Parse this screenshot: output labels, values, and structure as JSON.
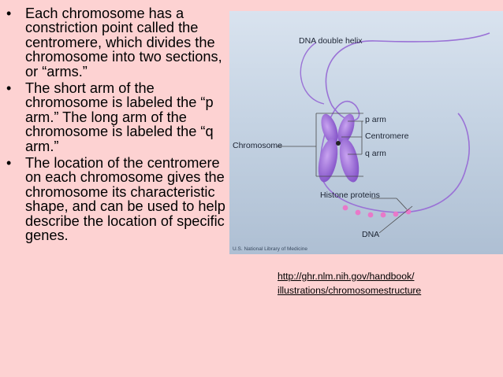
{
  "bullets": [
    "Each chromosome has a constriction point called the centromere, which divides the chromosome into two sections, or “arms.”",
    "The short arm of the chromosome is labeled the “p arm.” The long arm of the chromosome is labeled the “q arm.”",
    "The location of the centromere on each chromosome gives the chromosome its characteristic shape, and can be used to help describe the location of specific genes."
  ],
  "bullet_glyph": "•",
  "figure": {
    "labels": {
      "dna_double_helix": "DNA double helix",
      "p_arm": "p arm",
      "centromere": "Centromere",
      "chromosome": "Chromosome",
      "q_arm": "q arm",
      "histone_proteins": "Histone proteins",
      "dna": "DNA"
    },
    "credit": "U.S. National Library of Medicine",
    "colors": {
      "chromosome": "#9b6cd8",
      "dna_strand": "#9a72d6",
      "histone": "#e879c9",
      "background": "#c8d5e4"
    }
  },
  "source_link": {
    "line1": "http://ghr.nlm.nih.gov/handbook/",
    "line2": "illustrations/chromosomestructure"
  }
}
